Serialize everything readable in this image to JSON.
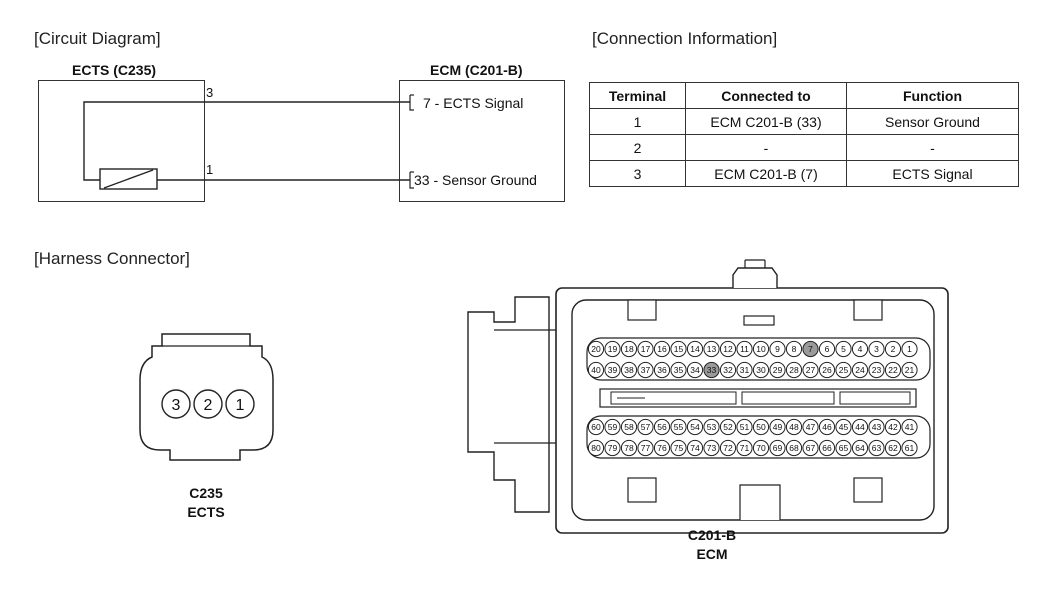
{
  "circuit": {
    "title": "[Circuit Diagram]",
    "ects_label": "ECTS (C235)",
    "ecm_label": "ECM (C201-B)",
    "pins": [
      {
        "num": "3",
        "ecm_text": "7 - ECTS Signal"
      },
      {
        "num": "1",
        "ecm_text": "33 - Sensor Ground"
      }
    ]
  },
  "connection": {
    "title": "[Connection Information]",
    "headers": [
      "Terminal",
      "Connected to",
      "Function"
    ],
    "rows": [
      [
        "1",
        "ECM C201-B (33)",
        "Sensor Ground"
      ],
      [
        "2",
        "-",
        "-"
      ],
      [
        "3",
        "ECM C201-B (7)",
        "ECTS Signal"
      ]
    ]
  },
  "harness": {
    "title": "[Harness Connector]",
    "c235": {
      "pins": [
        "3",
        "2",
        "1"
      ],
      "caption_line1": "C235",
      "caption_line2": "ECTS"
    },
    "c201b": {
      "caption_line1": "C201-B",
      "caption_line2": "ECM",
      "rows": [
        [
          "20",
          "19",
          "18",
          "17",
          "16",
          "15",
          "14",
          "13",
          "12",
          "11",
          "10",
          "9",
          "8",
          "7",
          "6",
          "5",
          "4",
          "3",
          "2",
          "1"
        ],
        [
          "40",
          "39",
          "38",
          "37",
          "36",
          "35",
          "34",
          "33",
          "32",
          "31",
          "30",
          "29",
          "28",
          "27",
          "26",
          "25",
          "24",
          "23",
          "22",
          "21"
        ],
        [
          "60",
          "59",
          "58",
          "57",
          "56",
          "55",
          "54",
          "53",
          "52",
          "51",
          "50",
          "49",
          "48",
          "47",
          "46",
          "45",
          "44",
          "43",
          "42",
          "41"
        ],
        [
          "80",
          "79",
          "78",
          "77",
          "76",
          "75",
          "74",
          "73",
          "72",
          "71",
          "70",
          "69",
          "68",
          "67",
          "66",
          "65",
          "64",
          "63",
          "62",
          "61"
        ]
      ],
      "highlighted": [
        "7",
        "33"
      ],
      "highlight_color": "#9a9a9a"
    }
  }
}
